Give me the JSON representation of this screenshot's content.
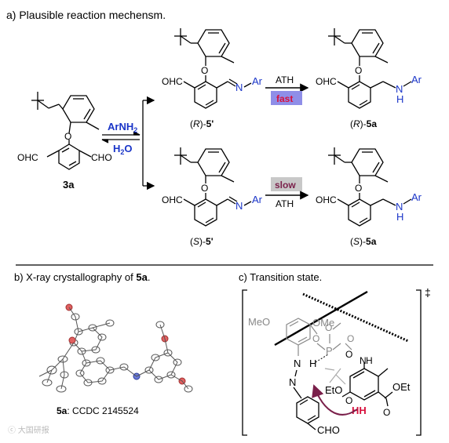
{
  "panel_a": {
    "title": "a) Plausible reaction mechensm.",
    "start_compound": {
      "label": "3a",
      "aldehyde_left": "OHC",
      "aldehyde_right": "CHO"
    },
    "reagent_top": "ArNH",
    "reagent_top_sub": "2",
    "reagent_bottom": "H",
    "reagent_bottom_sub": "2",
    "reagent_bottom_tail": "O",
    "top_intermediate": {
      "aldehyde": "OHC",
      "n_label": "N",
      "ar_label": "Ar",
      "stereo": "R",
      "label": "5'"
    },
    "bottom_intermediate": {
      "aldehyde": "OHC",
      "n_label": "N",
      "ar_label": "Ar",
      "stereo": "S",
      "label": "5'"
    },
    "top_step": {
      "reagent": "ATH",
      "rate": "fast"
    },
    "bottom_step": {
      "reagent": "ATH",
      "rate": "slow"
    },
    "top_product": {
      "aldehyde": "OHC",
      "nh_n": "N",
      "nh_h": "H",
      "ar_label": "Ar",
      "stereo": "R",
      "label": "5a"
    },
    "bottom_product": {
      "aldehyde": "OHC",
      "nh_n": "N",
      "nh_h": "H",
      "ar_label": "Ar",
      "stereo": "S",
      "label": "5a"
    }
  },
  "panel_b": {
    "title_prefix": "b) X-ray crystallography of ",
    "title_compound": "5a",
    "title_suffix": ".",
    "caption_compound": "5a",
    "caption_text": ": CCDC 2145524"
  },
  "panel_c": {
    "title": "c) Transition state.",
    "ts_symbol": "‡",
    "meo": "MeO",
    "ome": "OMe",
    "p_label": "P",
    "o_label": "O",
    "n_label": "N",
    "h_label": "H",
    "oet_left": "EtO",
    "oet_right": "OEt",
    "hh_label": "HH",
    "cho_label": "CHO"
  },
  "colors": {
    "blue": "#1a35c8",
    "fast_bg": "#8f8ee8",
    "fast_text": "#d8103c",
    "slow_bg": "#c8c8c8",
    "slow_text": "#7a1f4a",
    "hh": "#d8103c",
    "arrow": "#7a1f4a",
    "grey": "#888888"
  }
}
